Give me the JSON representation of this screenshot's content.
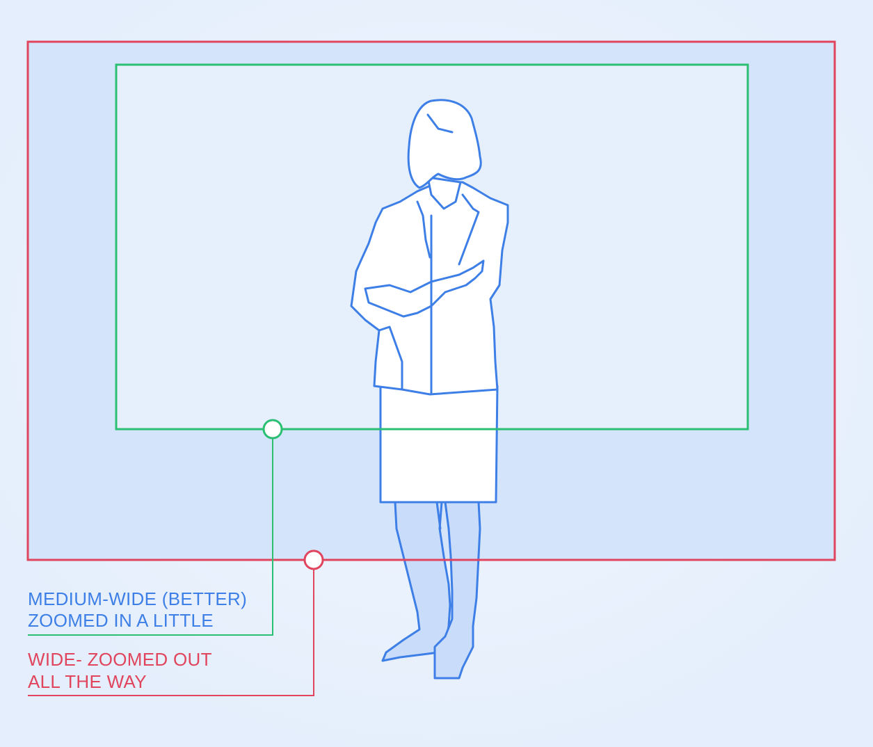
{
  "labels": {
    "medium_wide": {
      "line1": "MEDIUM-WIDE (BETTER)",
      "line2": "ZOOMED IN A LITTLE"
    },
    "wide": {
      "line1": "WIDE- ZOOMED OUT",
      "line2": "ALL THE WAY"
    }
  },
  "colors": {
    "background": "#eaf2fd",
    "wide_frame": "#e0455d",
    "medium_frame": "#2bbf73",
    "figure_outline": "#3d7fe6",
    "label_blue": "#3d7fe6",
    "label_red": "#e0455d"
  }
}
